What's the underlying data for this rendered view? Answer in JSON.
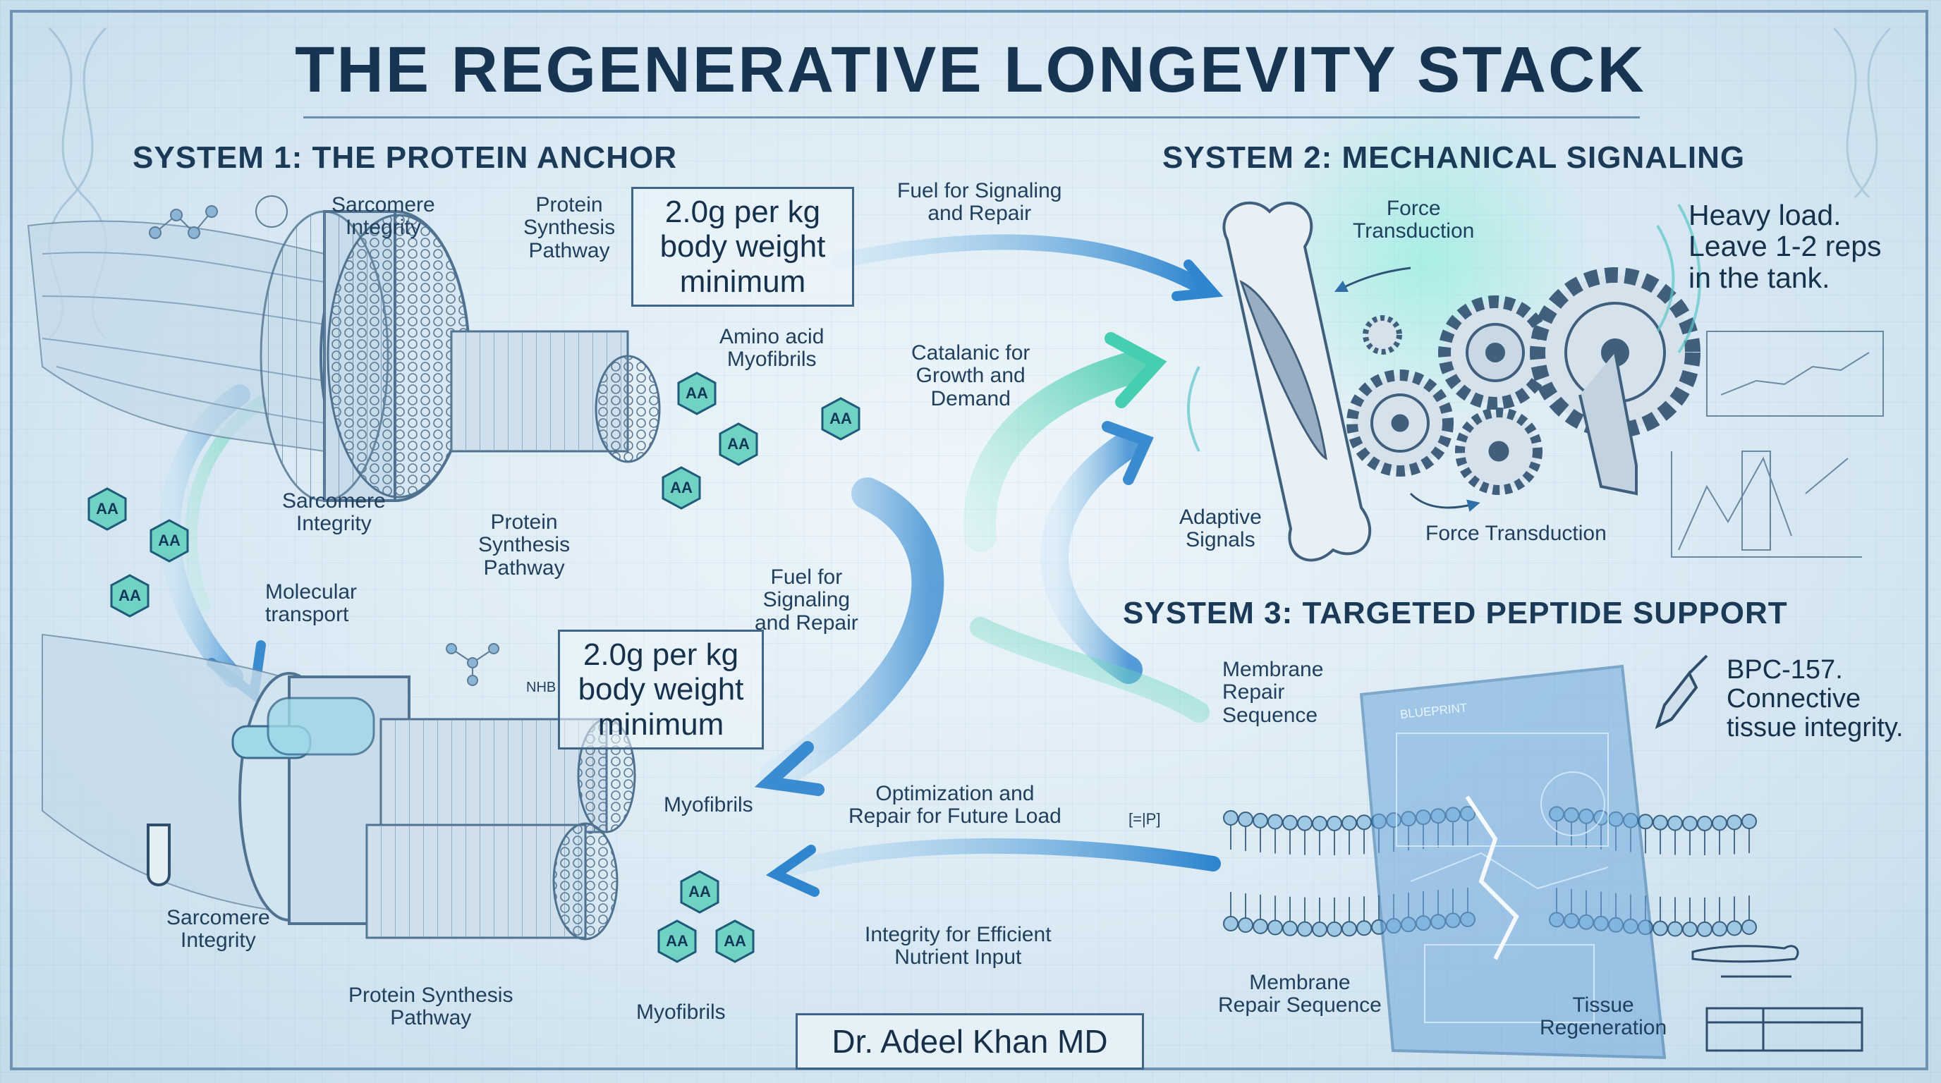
{
  "title": "THE REGENERATIVE LONGEVITY STACK",
  "systems": {
    "s1": "SYSTEM 1: THE PROTEIN ANCHOR",
    "s2": "SYSTEM 2: MECHANICAL SIGNALING",
    "s3": "SYSTEM 3: TARGETED PEPTIDE SUPPORT"
  },
  "system1": {
    "sarcomere_top": "Sarcomere\nIntegrity",
    "protein_top": "Protein\nSynthesis\nPathway",
    "box_top": "2.0g per kg\nbody weight\nminimum",
    "amino": "Amino acid\nMyofibrils",
    "sarcomere_mid": "Sarcomere\nIntegrity",
    "protein_mid": "Protein\nSynthesis\nPathway",
    "molecular": "Molecular\ntransport",
    "box_bottom": "2.0g per kg\nbody weight\nminimum",
    "myofibrils_mid": "Myofibrils",
    "sarcomere_bottom": "Sarcomere\nIntegrity",
    "protein_bottom": "Protein Synthesis\nPathway",
    "myofibrils_bottom": "Myofibrils",
    "nhb": "NHB"
  },
  "aa_label": "AA",
  "center": {
    "fuel_top": "Fuel for Signaling\nand Repair",
    "catalanic": "Catalanic for\nGrowth and\nDemand",
    "fuel_mid": "Fuel for\nSignaling\nand Repair",
    "optimization": "Optimization and\nRepair for Future Load",
    "integrity": "Integrity for Efficient\nNutrient Input",
    "bracket": "[=|P]"
  },
  "system2": {
    "force_top": "Force\nTransduction",
    "adaptive": "Adaptive\nSignals",
    "force_bottom": "Force Transduction",
    "note": "Heavy load.\nLeave 1-2 reps\nin the tank."
  },
  "system3": {
    "membrane_top": "Membrane\nRepair\nSequence",
    "blueprint": "BLUEPRINT",
    "bpc": "BPC-157.\nConnective\ntissue integrity.",
    "membrane_bottom": "Membrane\nRepair Sequence",
    "tissue": "Tissue\nRegeneration"
  },
  "credit": "Dr. Adeel Khan MD",
  "colors": {
    "ink": "#1f3b57",
    "accent_blue": "#3d8fd0",
    "accent_teal": "#4fd0b5",
    "grid": "#9dbcd4"
  },
  "icons": [
    "dna-icon",
    "molecule-icon",
    "gear-icon",
    "bone-icon",
    "muscle-fiber-icon",
    "cell-membrane-icon",
    "pipette-icon",
    "wrench-icon"
  ]
}
